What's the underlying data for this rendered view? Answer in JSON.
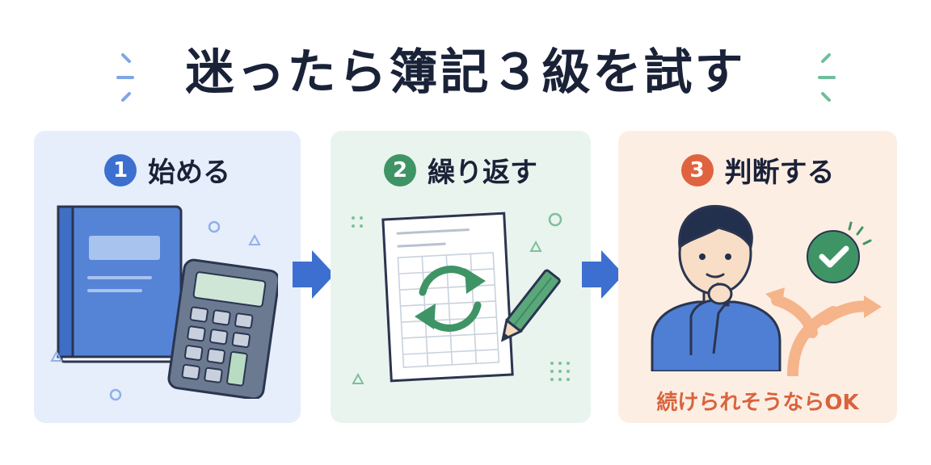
{
  "title": "迷ったら簿記３級を試す",
  "steps": [
    {
      "number": "1",
      "label": "始める",
      "icons": [
        "book-icon",
        "calculator-icon"
      ]
    },
    {
      "number": "2",
      "label": "繰り返す",
      "icons": [
        "worksheet-icon",
        "repeat-icon",
        "pencil-icon"
      ]
    },
    {
      "number": "3",
      "label": "判断する",
      "icons": [
        "thinking-person-icon",
        "check-icon",
        "branch-arrow-icon"
      ],
      "caption": "続けられそうならOK"
    }
  ],
  "colors": {
    "title": "#1a2238",
    "step1": "#3c6fd0",
    "step2": "#3f9466",
    "step3": "#e0633f",
    "arrow": "#3c6fd0"
  }
}
